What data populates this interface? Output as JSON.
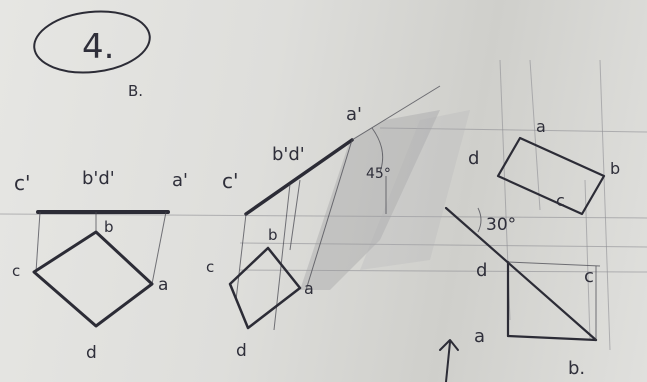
{
  "problem": {
    "number": "4.",
    "part": "B."
  },
  "view1": {
    "top_labels": [
      "c'",
      "b'd'",
      "a'"
    ],
    "plan_labels": {
      "b": "b",
      "c": "c",
      "a": "a",
      "d": "d"
    }
  },
  "view2": {
    "top_labels": [
      "c'",
      "b'd'",
      "a'"
    ],
    "angle": "45°",
    "plan_labels": {
      "b": "b",
      "c": "c",
      "a": "a",
      "d": "d"
    }
  },
  "view3": {
    "upper_labels": {
      "a": "a",
      "d": "d",
      "b": "b",
      "c": "c"
    },
    "angle": "30°",
    "lower_labels": {
      "d": "d",
      "c": "c",
      "a": "a",
      "b": "b."
    }
  },
  "colors": {
    "ink": "#2c2c36",
    "shading": "#9a9a9e",
    "paper": "#e4e4e1"
  }
}
